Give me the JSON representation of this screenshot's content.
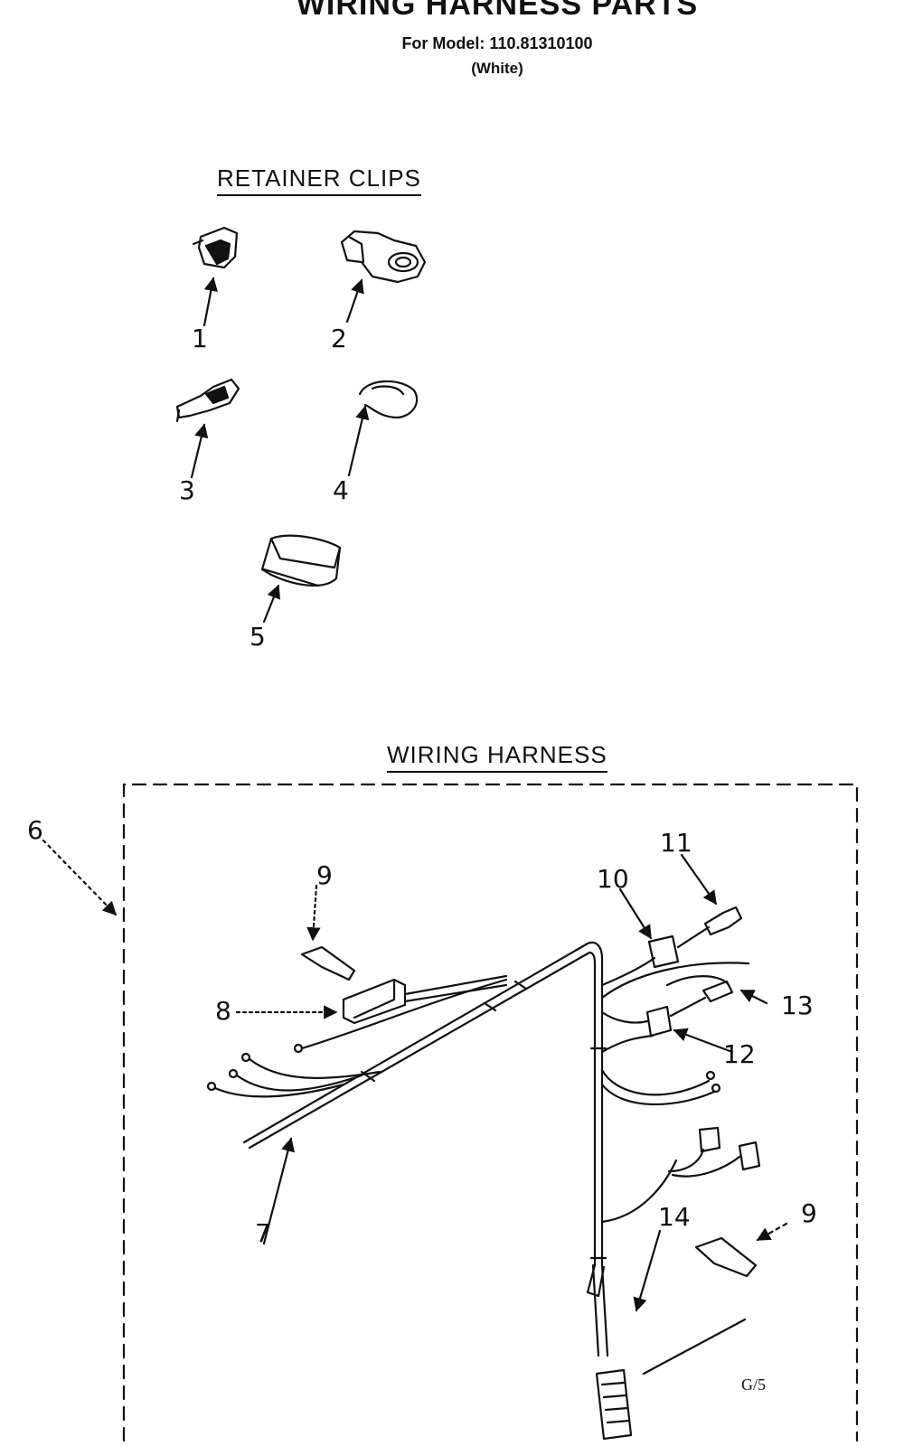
{
  "header": {
    "title": "WIRING HARNESS PARTS",
    "model": "For Model: 110.81310100",
    "color": "(White)"
  },
  "sections": {
    "retainer_clips": "RETAINER CLIPS",
    "wiring_harness": "WIRING HARNESS"
  },
  "callouts": {
    "c1": "1",
    "c2": "2",
    "c3": "3",
    "c4": "4",
    "c5": "5",
    "c6": "6",
    "c7": "7",
    "c8": "8",
    "c9a": "9",
    "c9b": "9",
    "c10": "10",
    "c11": "11",
    "c12": "12",
    "c13": "13",
    "c14": "14"
  },
  "drawing_code": "G/5"
}
